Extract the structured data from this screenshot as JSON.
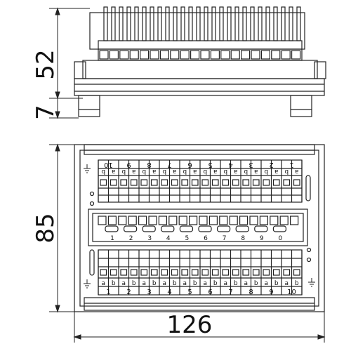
{
  "dimensions": {
    "height_upper": "52",
    "height_lower": "7",
    "depth": "85",
    "width": "126"
  },
  "terminals": {
    "top_numbers": [
      "10",
      "9",
      "8",
      "7",
      "6",
      "5",
      "4",
      "3",
      "2",
      "1"
    ],
    "bottom_numbers": [
      "1",
      "2",
      "3",
      "4",
      "5",
      "6",
      "7",
      "8",
      "9",
      "10"
    ],
    "letters_top": [
      "b",
      "a"
    ],
    "letters_bottom": [
      "a",
      "b"
    ]
  },
  "strip_numbers": [
    "1",
    "2",
    "3",
    "4",
    "5",
    "6",
    "7",
    "8",
    "9",
    "0"
  ]
}
